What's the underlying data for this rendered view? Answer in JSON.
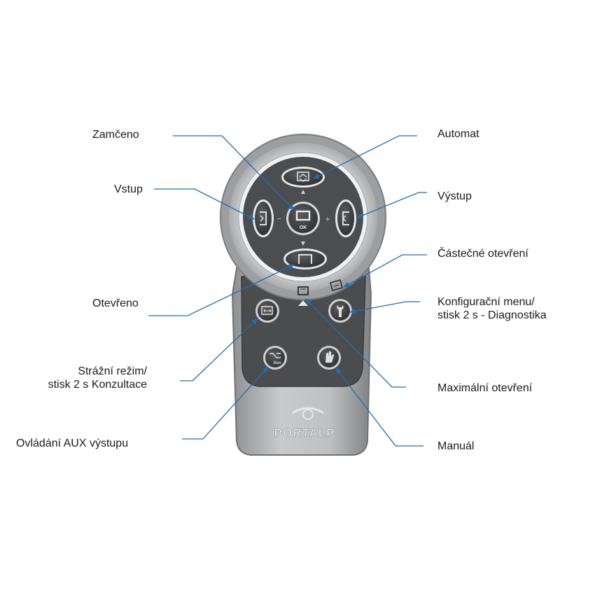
{
  "labels": {
    "zamceno": "Zamčeno",
    "vstup": "Vstup",
    "otevreno": "Otevřeno",
    "strazni_line1": "Strážní režim/",
    "strazni_line2": "stisk 2 s Konzultace",
    "aux": "Ovládání AUX výstupu",
    "automat": "Automat",
    "vystup": "Výstup",
    "castecne": "Částečné otevření",
    "konfig_line1": "Konfigurační menu/",
    "konfig_line2": "stisk 2 s - Diagnostika",
    "maximalni": "Maximální otevření",
    "manual": "Manuál"
  },
  "remote": {
    "center_button_text": "OK",
    "minus_sign": "−",
    "plus_sign": "+",
    "aux_button_text": "Aux",
    "brand": "PORTALP"
  },
  "colors": {
    "leader_line": "#1f6eb5",
    "body_light": "#b4b6b8",
    "body_dark": "#4a4c4e",
    "button": "#3c3e40",
    "button_rim": "#e6e6e6"
  }
}
